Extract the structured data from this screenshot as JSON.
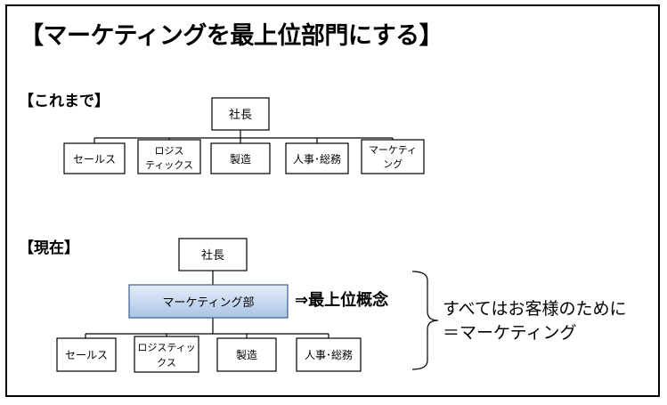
{
  "title": "【マーケティングを最上位部門にする】",
  "before": {
    "label": "【これまで】",
    "top": "社長",
    "departments": [
      {
        "lines": [
          "セールス"
        ]
      },
      {
        "lines": [
          "ロジス",
          "ティックス"
        ]
      },
      {
        "lines": [
          "製造"
        ]
      },
      {
        "lines": [
          "人事･総務"
        ]
      },
      {
        "lines": [
          "マーケティ",
          "ング"
        ]
      }
    ]
  },
  "now": {
    "label": "【現在】",
    "top": "社長",
    "middle": "マーケティング部",
    "middle_note": "⇒最上位概念",
    "departments": [
      {
        "lines": [
          "セールス"
        ]
      },
      {
        "lines": [
          "ロジスティッ",
          "クス"
        ]
      },
      {
        "lines": [
          "製造"
        ]
      },
      {
        "lines": [
          "人事･総務"
        ]
      }
    ]
  },
  "slogan": {
    "line1": "すべてはお客様のために",
    "line2": "＝マーケティング"
  },
  "colors": {
    "frame": "#000000",
    "box_border": "#000000",
    "highlight_top": "#e6eef9",
    "highlight_bottom": "#a9c4e6",
    "highlight_border": "#3b5e8c"
  }
}
